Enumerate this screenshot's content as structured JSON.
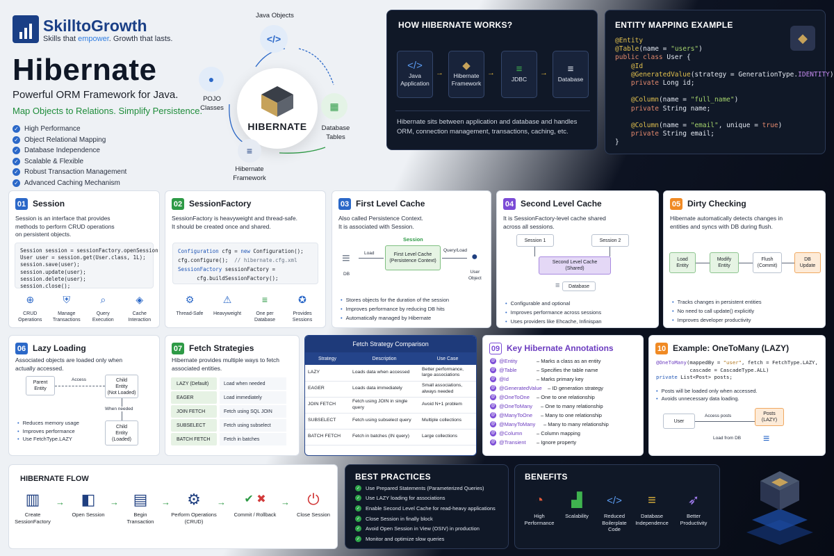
{
  "brand": {
    "name_a": "SkilltoGrowth",
    "tag_a": "Skills that ",
    "tag_b": "empower",
    "tag_c": ". Growth that lasts."
  },
  "hero": {
    "title": "Hibernate",
    "subtitle": "Powerful ORM Framework for Java.",
    "motto": "Map Objects to Relations. Simplify Persistence.",
    "features": [
      "High Performance",
      "Object Relational Mapping",
      "Database Independence",
      "Scalable & Flexible",
      "Robust Transaction Management",
      "Advanced Caching Mechanism"
    ]
  },
  "hub": {
    "center": "HIBERNATE",
    "java_objects": "Java Objects",
    "pojo_a": "POJO",
    "pojo_b": "Classes",
    "db_a": "Database",
    "db_b": "Tables",
    "fw_a": "Hibernate",
    "fw_b": "Framework"
  },
  "how": {
    "title": "HOW HIBERNATE WORKS?",
    "steps": [
      {
        "a": "Java",
        "b": "Application"
      },
      {
        "a": "Hibernate",
        "b": "Framework"
      },
      {
        "a": "JDBC",
        "b": ""
      },
      {
        "a": "Database",
        "b": ""
      }
    ],
    "desc_1": "Hibernate sits between application and database and handles",
    "desc_2": "ORM, connection management, transactions, caching, etc."
  },
  "mapping": {
    "title": "ENTITY MAPPING EXAMPLE"
  },
  "session": {
    "num": "01",
    "title": "Session",
    "desc_1": "Session is an interface that provides",
    "desc_2": "methods to perform CRUD operations",
    "desc_3": "on persistent objects.",
    "icons": [
      {
        "a": "CRUD",
        "b": "Operations"
      },
      {
        "a": "Manage",
        "b": "Transactions"
      },
      {
        "a": "Query",
        "b": "Execution"
      },
      {
        "a": "Cache",
        "b": "Interaction"
      }
    ]
  },
  "factory": {
    "num": "02",
    "title": "SessionFactory",
    "desc_1": "SessionFactory is heavyweight and thread-safe.",
    "desc_2": "It should be created once and shared.",
    "icons": [
      {
        "a": "Thread-Safe",
        "b": ""
      },
      {
        "a": "Heavyweight",
        "b": ""
      },
      {
        "a": "One per",
        "b": "Database"
      },
      {
        "a": "Provides",
        "b": "Sessions"
      }
    ]
  },
  "flc": {
    "num": "03",
    "title": "First Level Cache",
    "desc_1": "Also called Persistence Context.",
    "desc_2": "It is associated with Session.",
    "session": "Session",
    "box_a": "First Level Cache",
    "box_b": "(Persistence Context)",
    "load": "Load",
    "query": "Query/Load",
    "db": "DB",
    "user_a": "User",
    "user_b": "Object",
    "bullets": [
      "Stores objects for the duration of the session",
      "Improves performance by reducing DB hits",
      "Automatically managed by Hibernate"
    ]
  },
  "slc": {
    "num": "04",
    "title": "Second Level Cache",
    "desc_1": "It is SessionFactory-level cache shared",
    "desc_2": "across all sessions.",
    "s1": "Session 1",
    "s2": "Session 2",
    "box_a": "Second Level Cache",
    "box_b": "(Shared)",
    "db": "Database",
    "bullets": [
      "Configurable and optional",
      "Improves performance across sessions",
      "Uses providers like Ehcache, Infinispan"
    ]
  },
  "dirty": {
    "num": "05",
    "title": "Dirty Checking",
    "desc_1": "Hibernate automatically detects changes in",
    "desc_2": "entities and syncs with DB during flush.",
    "steps": [
      {
        "a": "Load",
        "b": "Entity"
      },
      {
        "a": "Modify",
        "b": "Entity"
      },
      {
        "a": "Flush",
        "b": "(Commit)"
      },
      {
        "a": "DB",
        "b": "Update"
      }
    ],
    "bullets": [
      "Tracks changes in persistent entities",
      "No need to call update() explicitly",
      "Improves developer productivity"
    ]
  },
  "lazy": {
    "num": "06",
    "title": "Lazy Loading",
    "desc_1": "Associated objects are loaded only when",
    "desc_2": "actually accessed.",
    "parent_a": "Parent",
    "parent_b": "Entity",
    "access": "Access",
    "c1_a": "Child",
    "c1_b": "Entity",
    "c1_c": "(Not Loaded)",
    "when": "When needed",
    "c2_a": "Child",
    "c2_b": "Entity",
    "c2_c": "(Loaded)",
    "bullets": [
      "Reduces memory usage",
      "Improves performance",
      "Use FetchType.LAZY"
    ]
  },
  "fetch": {
    "num": "07",
    "title": "Fetch Strategies",
    "desc_1": "Hibernate provides multiple ways to fetch",
    "desc_2": "associated entities.",
    "rows": [
      {
        "k": "LAZY (Default)",
        "v": "Load when needed"
      },
      {
        "k": "EAGER",
        "v": "Load immediately"
      },
      {
        "k": "JOIN FETCH",
        "v": "Fetch using SQL JOIN"
      },
      {
        "k": "SUBSELECT",
        "v": "Fetch using subselect"
      },
      {
        "k": "BATCH FETCH",
        "v": "Fetch in batches"
      }
    ]
  },
  "compare": {
    "title": "Fetch Strategy Comparison",
    "h1": "Strategy",
    "h2": "Description",
    "h3": "Use Case",
    "rows": [
      {
        "s": "LAZY",
        "d": "Loads data when accessed",
        "u": "Better performance, large associations"
      },
      {
        "s": "EAGER",
        "d": "Loads data immediately",
        "u": "Small associations, always needed"
      },
      {
        "s": "JOIN FETCH",
        "d": "Fetch using JOIN in single query",
        "u": "Avoid N+1 problem"
      },
      {
        "s": "SUBSELECT",
        "d": "Fetch using subselect query",
        "u": "Multiple collections"
      },
      {
        "s": "BATCH FETCH",
        "d": "Fetch in batches (IN query)",
        "u": "Large collections"
      }
    ]
  },
  "annot": {
    "num": "09",
    "title": "Key Hibernate Annotations",
    "rows": [
      {
        "a": "@Entity",
        "d": "– Marks a class as an entity"
      },
      {
        "a": "@Table",
        "d": "– Specifies the table name"
      },
      {
        "a": "@Id",
        "d": "– Marks primary key"
      },
      {
        "a": "@GeneratedValue",
        "d": "– ID generation strategy"
      },
      {
        "a": "@OneToOne",
        "d": "– One to one relationship"
      },
      {
        "a": "@OneToMany",
        "d": "– One to many relationship"
      },
      {
        "a": "@ManyToOne",
        "d": "– Many to one relationship"
      },
      {
        "a": "@ManyToMany",
        "d": "– Many to many relationship"
      },
      {
        "a": "@Column",
        "d": "– Column mapping"
      },
      {
        "a": "@Transient",
        "d": "– Ignore property"
      }
    ]
  },
  "example": {
    "num": "10",
    "title": "Example: OneToMany (LAZY)",
    "bullets": [
      "Posts will be loaded only when accessed.",
      "Avoids unnecessary data loading."
    ],
    "user": "User",
    "access": "Access posts",
    "posts_a": "Posts",
    "posts_b": "(LAZY)",
    "load": "Load from DB"
  },
  "hflow": {
    "title": "HIBERNATE FLOW",
    "steps": [
      {
        "a": "Create",
        "b": "SessionFactory"
      },
      {
        "a": "Open Session",
        "b": ""
      },
      {
        "a": "Begin",
        "b": "Transaction"
      },
      {
        "a": "Perform Operations",
        "b": "(CRUD)"
      },
      {
        "a": "Commit / Rollback",
        "b": ""
      },
      {
        "a": "Close Session",
        "b": ""
      }
    ]
  },
  "best": {
    "title": "BEST PRACTICES",
    "items": [
      "Use Prepared Statements (Parameterized Queries)",
      "Use LAZY loading for associations",
      "Enable Second Level Cache for read-heavy applications",
      "Close Session in finally block",
      "Avoid Open Session in View (OSIV) in production",
      "Monitor and optimize slow queries"
    ]
  },
  "benefits": {
    "title": "BENEFITS",
    "items": [
      {
        "a": "High",
        "b": "Performance",
        "c": ""
      },
      {
        "a": "Scalability",
        "b": "",
        "c": ""
      },
      {
        "a": "Reduced",
        "b": "Boilerplate",
        "c": "Code"
      },
      {
        "a": "Database",
        "b": "Independence",
        "c": ""
      },
      {
        "a": "Better",
        "b": "Productivity",
        "c": ""
      }
    ]
  },
  "colors": {
    "accent": "#2b68c8",
    "green": "#2e9a46",
    "purple": "#7b4bd6",
    "orange": "#f08a24",
    "dark": "#101827"
  }
}
